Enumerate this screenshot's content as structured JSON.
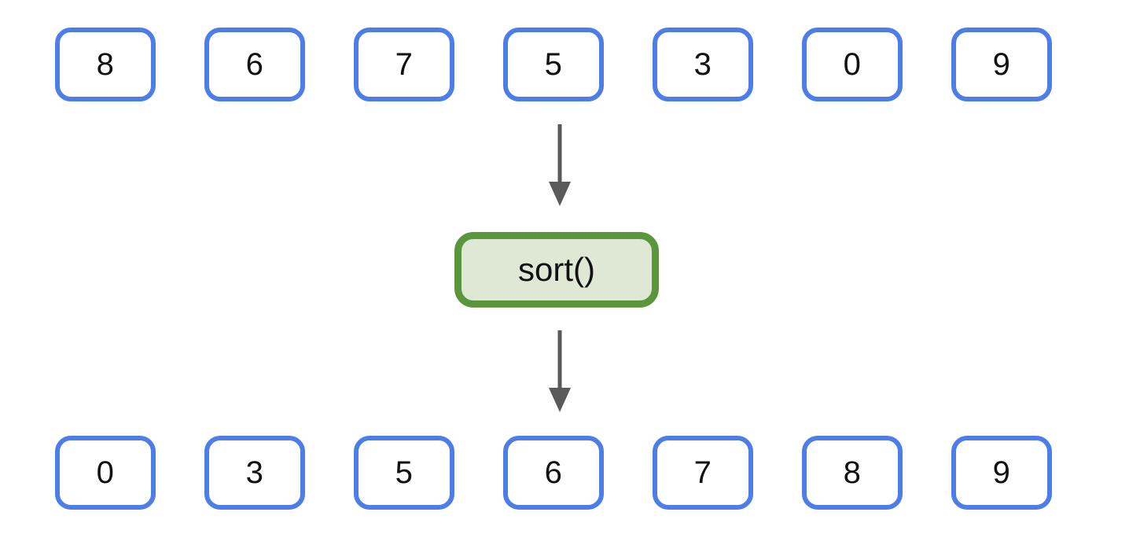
{
  "diagram": {
    "unsorted": {
      "values": [
        "8",
        "6",
        "7",
        "5",
        "3",
        "0",
        "9"
      ]
    },
    "operation": {
      "label": "sort()"
    },
    "sorted": {
      "values": [
        "0",
        "3",
        "5",
        "6",
        "7",
        "8",
        "9"
      ]
    }
  },
  "icons": {
    "flow_arrow": "arrow-down-icon"
  },
  "colors": {
    "background": "#ffffff",
    "value_box_border": "#4d7ee8",
    "value_box_fill": "#ffffff",
    "operation_border": "#5a963c",
    "operation_fill": "#dee8d4",
    "arrow": "#5a5a5a",
    "text": "#111111"
  }
}
